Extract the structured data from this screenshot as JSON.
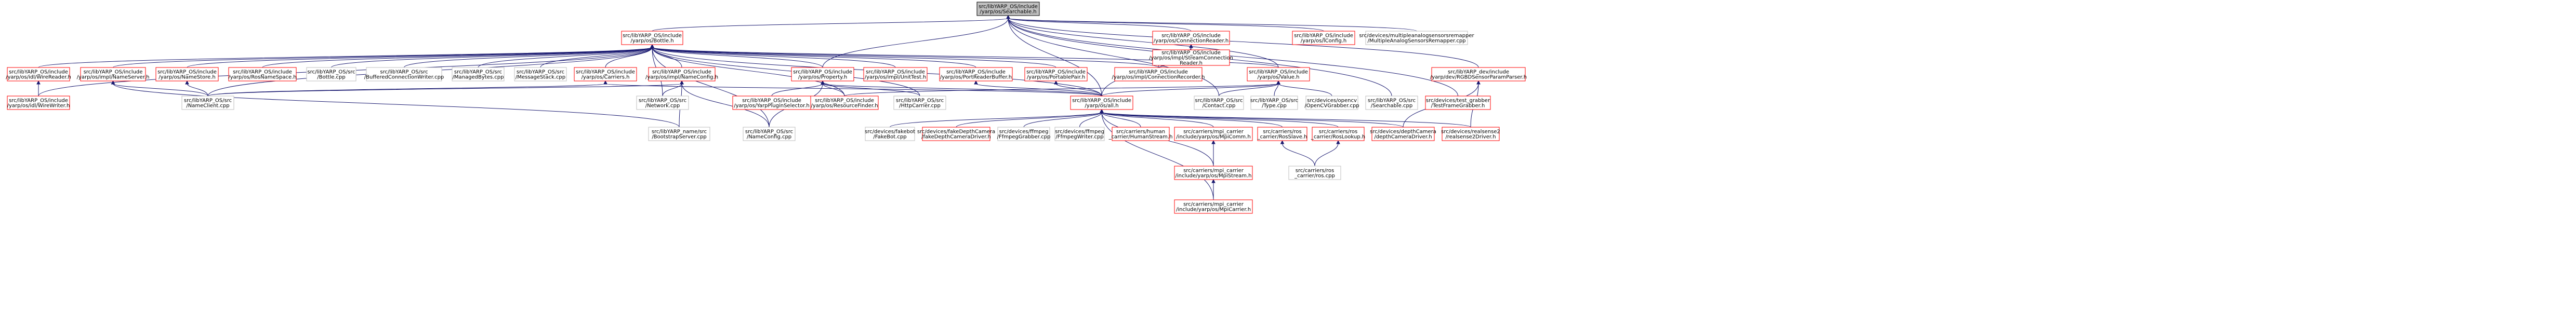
{
  "graph": {
    "root": "yarp_os_searchable_h",
    "nodes": [
      {
        "id": "yarp_os_searchable_h",
        "lines": [
          "src/libYARP_OS/include",
          "/yarp/os/Searchable.h"
        ],
        "kind": "root"
      },
      {
        "id": "yarp_os_bottle_h",
        "lines": [
          "src/libYARP_OS/include",
          "/yarp/os/Bottle.h"
        ],
        "kind": "red"
      },
      {
        "id": "yarp_os_connectionreader_h",
        "lines": [
          "src/libYARP_OS/include",
          "/yarp/os/ConnectionReader.h"
        ],
        "kind": "red"
      },
      {
        "id": "yarp_os_iconfig_h",
        "lines": [
          "src/libYARP_OS/include",
          "/yarp/os/IConfig.h"
        ],
        "kind": "red"
      },
      {
        "id": "multipleanalogsensorsremapper_cpp",
        "lines": [
          "src/devices/multipleanalogsensorsremapper",
          "/MultipleAnalogSensorsRemapper.cpp"
        ],
        "kind": "plain"
      },
      {
        "id": "yarp_os_idl_wirereader_h",
        "lines": [
          "src/libYARP_OS/include",
          "/yarp/os/idl/WireReader.h"
        ],
        "kind": "red"
      },
      {
        "id": "yarp_os_impl_nameserver_h",
        "lines": [
          "src/libYARP_OS/include",
          "/yarp/os/impl/NameServer.h"
        ],
        "kind": "red"
      },
      {
        "id": "yarp_os_namestore_h",
        "lines": [
          "src/libYARP_OS/include",
          "/yarp/os/NameStore.h"
        ],
        "kind": "red"
      },
      {
        "id": "yarp_os_rosnamespace_h",
        "lines": [
          "src/libYARP_OS/include",
          "/yarp/os/RosNameSpace.h"
        ],
        "kind": "red"
      },
      {
        "id": "bottle_cpp",
        "lines": [
          "src/libYARP_OS/src",
          "/Bottle.cpp"
        ],
        "kind": "plain"
      },
      {
        "id": "bufferedconnectionwriter_cpp",
        "lines": [
          "src/libYARP_OS/src",
          "/BufferedConnectionWriter.cpp"
        ],
        "kind": "plain"
      },
      {
        "id": "managedbytes_cpp",
        "lines": [
          "src/libYARP_OS/src",
          "/ManagedBytes.cpp"
        ],
        "kind": "plain"
      },
      {
        "id": "messagestack_cpp",
        "lines": [
          "src/libYARP_OS/src",
          "/MessageStack.cpp"
        ],
        "kind": "plain"
      },
      {
        "id": "yarp_os_carriers_h",
        "lines": [
          "src/libYARP_OS/include",
          "/yarp/os/Carriers.h"
        ],
        "kind": "red"
      },
      {
        "id": "yarp_os_impl_nameconfig_h",
        "lines": [
          "src/libYARP_OS/include",
          "/yarp/os/impl/NameConfig.h"
        ],
        "kind": "red"
      },
      {
        "id": "yarp_os_property_h",
        "lines": [
          "src/libYARP_OS/include",
          "/yarp/os/Property.h"
        ],
        "kind": "red"
      },
      {
        "id": "yarp_os_impl_unittest_h",
        "lines": [
          "src/libYARP_OS/include",
          "/yarp/os/impl/UnitTest.h"
        ],
        "kind": "red"
      },
      {
        "id": "yarp_os_portreaderbuffer_h",
        "lines": [
          "src/libYARP_OS/include",
          "/yarp/os/PortReaderBuffer.h"
        ],
        "kind": "red"
      },
      {
        "id": "yarp_os_portablepair_h",
        "lines": [
          "src/libYARP_OS/include",
          "/yarp/os/PortablePair.h"
        ],
        "kind": "red"
      },
      {
        "id": "yarp_os_impl_connectionrecorder_h",
        "lines": [
          "src/libYARP_OS/include",
          "/yarp/os/impl/ConnectionRecorder.h"
        ],
        "kind": "red"
      },
      {
        "id": "yarp_os_impl_streamconnectionreader_h",
        "lines": [
          "src/libYARP_OS/include",
          "/yarp/os/impl/StreamConnection",
          "Reader.h"
        ],
        "kind": "red"
      },
      {
        "id": "yarp_os_value_h",
        "lines": [
          "src/libYARP_OS/include",
          "/yarp/os/Value.h"
        ],
        "kind": "red"
      },
      {
        "id": "yarp_dev_rgbdsensorparamparser_h",
        "lines": [
          "src/libYARP_dev/include",
          "/yarp/dev/RGBDSensorParamParser.h"
        ],
        "kind": "red"
      },
      {
        "id": "yarp_os_idl_wirewriter_h",
        "lines": [
          "src/libYARP_OS/include",
          "/yarp/os/idl/WireWriter.h"
        ],
        "kind": "red"
      },
      {
        "id": "nameclient_cpp",
        "lines": [
          "src/libYARP_OS/src",
          "/NameClient.cpp"
        ],
        "kind": "plain"
      },
      {
        "id": "network_cpp",
        "lines": [
          "src/libYARP_OS/src",
          "/Network.cpp"
        ],
        "kind": "plain"
      },
      {
        "id": "yarp_os_yarpplugin_selector_h",
        "lines": [
          "src/libYARP_OS/include",
          "/yarp/os/YarpPluginSelector.h"
        ],
        "kind": "red"
      },
      {
        "id": "yarp_os_resourcefinder_h",
        "lines": [
          "src/libYARP_OS/include",
          "/yarp/os/ResourceFinder.h"
        ],
        "kind": "red"
      },
      {
        "id": "httpcarrier_cpp",
        "lines": [
          "src/libYARP_OS/src",
          "/HttpCarrier.cpp"
        ],
        "kind": "plain"
      },
      {
        "id": "yarp_os_all_h",
        "lines": [
          "src/libYARP_OS/include",
          "/yarp/os/all.h"
        ],
        "kind": "red"
      },
      {
        "id": "contact_cpp",
        "lines": [
          "src/libYARP_OS/src",
          "/Contact.cpp"
        ],
        "kind": "plain"
      },
      {
        "id": "type_cpp",
        "lines": [
          "src/libYARP_OS/src",
          "/Type.cpp"
        ],
        "kind": "plain"
      },
      {
        "id": "opencvgrabber_cpp",
        "lines": [
          "src/devices/opencv",
          "/OpenCVGrabber.cpp"
        ],
        "kind": "plain"
      },
      {
        "id": "searchable_cpp",
        "lines": [
          "src/libYARP_OS/src",
          "/Searchable.cpp"
        ],
        "kind": "plain"
      },
      {
        "id": "testframegrabber_h",
        "lines": [
          "src/devices/test_grabber",
          "/TestFrameGrabber.h"
        ],
        "kind": "red"
      },
      {
        "id": "bootstrapserver_cpp",
        "lines": [
          "src/libYARP_name/src",
          "/BootstrapServer.cpp"
        ],
        "kind": "plain"
      },
      {
        "id": "nameconfig_cpp",
        "lines": [
          "src/libYARP_OS/src",
          "/NameConfig.cpp"
        ],
        "kind": "plain"
      },
      {
        "id": "fakebot_h",
        "lines": [
          "src/devices/fakebot",
          "/FakeBot.cpp"
        ],
        "kind": "plain"
      },
      {
        "id": "fakedepthcameradriver_h",
        "lines": [
          "src/devices/fakeDepthCamera",
          "/fakeDepthCameraDriver.h"
        ],
        "kind": "red"
      },
      {
        "id": "ffmpeggrabber_cpp",
        "lines": [
          "src/devices/ffmpeg",
          "/FfmpegGrabber.cpp"
        ],
        "kind": "plain"
      },
      {
        "id": "ffmpegwriter_cpp",
        "lines": [
          "src/devices/ffmpeg",
          "/FfmpegWriter.cpp"
        ],
        "kind": "plain"
      },
      {
        "id": "humanstream_h",
        "lines": [
          "src/carriers/human",
          "_carrier/HumanStream.h"
        ],
        "kind": "red"
      },
      {
        "id": "mpicomm_h",
        "lines": [
          "src/carriers/mpi_carrier",
          "/include/yarp/os/MpiComm.h"
        ],
        "kind": "red"
      },
      {
        "id": "rosslave_h",
        "lines": [
          "src/carriers/ros",
          "_carrier/RosSlave.h"
        ],
        "kind": "red"
      },
      {
        "id": "roslookup_h",
        "lines": [
          "src/carriers/ros",
          "_carrier/RosLookup.h"
        ],
        "kind": "red"
      },
      {
        "id": "depthcameradriver_h",
        "lines": [
          "src/devices/depthCamera",
          "/depthCameraDriver.h"
        ],
        "kind": "red"
      },
      {
        "id": "realsense2driver_h",
        "lines": [
          "src/devices/realsense2",
          "/realsense2Driver.h"
        ],
        "kind": "red"
      },
      {
        "id": "mpistream_h",
        "lines": [
          "src/carriers/mpi_carrier",
          "/include/yarp/os/MpiStream.h"
        ],
        "kind": "red"
      },
      {
        "id": "roscarrier_cpp",
        "lines": [
          "src/carriers/ros",
          "_carrier/ros.cpp"
        ],
        "kind": "plain"
      },
      {
        "id": "mpicarrier_h",
        "lines": [
          "src/carriers/mpi_carrier",
          "/include/yarp/os/MpiCarrier.h"
        ],
        "kind": "red"
      }
    ],
    "edges": [
      [
        "yarp_os_bottle_h",
        "yarp_os_searchable_h"
      ],
      [
        "yarp_os_connectionreader_h",
        "yarp_os_searchable_h"
      ],
      [
        "yarp_os_iconfig_h",
        "yarp_os_searchable_h"
      ],
      [
        "multipleanalogsensorsremapper_cpp",
        "yarp_os_searchable_h"
      ],
      [
        "yarp_os_value_h",
        "yarp_os_searchable_h"
      ],
      [
        "yarp_os_property_h",
        "yarp_os_searchable_h"
      ],
      [
        "yarp_os_all_h",
        "yarp_os_searchable_h"
      ],
      [
        "searchable_cpp",
        "yarp_os_searchable_h"
      ],
      [
        "yarp_dev_rgbdsensorparamparser_h",
        "yarp_os_searchable_h"
      ],
      [
        "testframegrabber_h",
        "yarp_os_searchable_h"
      ],
      [
        "contact_cpp",
        "yarp_os_searchable_h"
      ],
      [
        "yarp_os_idl_wirereader_h",
        "yarp_os_bottle_h"
      ],
      [
        "yarp_os_impl_nameserver_h",
        "yarp_os_bottle_h"
      ],
      [
        "yarp_os_namestore_h",
        "yarp_os_bottle_h"
      ],
      [
        "yarp_os_rosnamespace_h",
        "yarp_os_bottle_h"
      ],
      [
        "bottle_cpp",
        "yarp_os_bottle_h"
      ],
      [
        "bufferedconnectionwriter_cpp",
        "yarp_os_bottle_h"
      ],
      [
        "managedbytes_cpp",
        "yarp_os_bottle_h"
      ],
      [
        "messagestack_cpp",
        "yarp_os_bottle_h"
      ],
      [
        "yarp_os_carriers_h",
        "yarp_os_bottle_h"
      ],
      [
        "yarp_os_impl_nameconfig_h",
        "yarp_os_bottle_h"
      ],
      [
        "yarp_os_property_h",
        "yarp_os_bottle_h"
      ],
      [
        "yarp_os_impl_unittest_h",
        "yarp_os_bottle_h"
      ],
      [
        "yarp_os_portreaderbuffer_h",
        "yarp_os_bottle_h"
      ],
      [
        "yarp_os_portablepair_h",
        "yarp_os_bottle_h"
      ],
      [
        "yarp_os_impl_connectionrecorder_h",
        "yarp_os_bottle_h"
      ],
      [
        "yarp_os_value_h",
        "yarp_os_bottle_h"
      ],
      [
        "yarp_os_idl_wirewriter_h",
        "yarp_os_bottle_h"
      ],
      [
        "nameclient_cpp",
        "yarp_os_bottle_h"
      ],
      [
        "network_cpp",
        "yarp_os_bottle_h"
      ],
      [
        "yarp_os_resourcefinder_h",
        "yarp_os_bottle_h"
      ],
      [
        "httpcarrier_cpp",
        "yarp_os_bottle_h"
      ],
      [
        "nameconfig_cpp",
        "yarp_os_bottle_h"
      ],
      [
        "yarp_os_all_h",
        "yarp_os_bottle_h"
      ],
      [
        "yarp_os_impl_connectionrecorder_h",
        "yarp_os_connectionreader_h"
      ],
      [
        "yarp_os_impl_streamconnectionreader_h",
        "yarp_os_connectionreader_h"
      ],
      [
        "yarp_os_all_h",
        "yarp_os_connectionreader_h"
      ],
      [
        "yarp_os_idl_wirewriter_h",
        "yarp_os_idl_wirereader_h"
      ],
      [
        "nameclient_cpp",
        "yarp_os_impl_nameserver_h"
      ],
      [
        "bootstrapserver_cpp",
        "yarp_os_impl_nameserver_h"
      ],
      [
        "nameclient_cpp",
        "yarp_os_namestore_h"
      ],
      [
        "nameclient_cpp",
        "yarp_os_carriers_h"
      ],
      [
        "yarp_os_all_h",
        "yarp_os_carriers_h"
      ],
      [
        "nameclient_cpp",
        "yarp_os_impl_nameconfig_h"
      ],
      [
        "network_cpp",
        "yarp_os_impl_nameconfig_h"
      ],
      [
        "bootstrapserver_cpp",
        "yarp_os_impl_nameconfig_h"
      ],
      [
        "nameconfig_cpp",
        "yarp_os_impl_nameconfig_h"
      ],
      [
        "yarp_os_yarpplugin_selector_h",
        "yarp_os_property_h"
      ],
      [
        "yarp_os_resourcefinder_h",
        "yarp_os_property_h"
      ],
      [
        "httpcarrier_cpp",
        "yarp_os_property_h"
      ],
      [
        "yarp_os_all_h",
        "yarp_os_property_h"
      ],
      [
        "nameconfig_cpp",
        "yarp_os_property_h"
      ],
      [
        "yarp_os_all_h",
        "yarp_os_portreaderbuffer_h"
      ],
      [
        "yarp_os_all_h",
        "yarp_os_portablepair_h"
      ],
      [
        "yarp_os_all_h",
        "yarp_os_value_h"
      ],
      [
        "contact_cpp",
        "yarp_os_value_h"
      ],
      [
        "type_cpp",
        "yarp_os_value_h"
      ],
      [
        "opencvgrabber_cpp",
        "yarp_os_value_h"
      ],
      [
        "yarp_os_resourcefinder_h",
        "yarp_os_value_h"
      ],
      [
        "depthcameradriver_h",
        "yarp_dev_rgbdsensorparamparser_h"
      ],
      [
        "realsense2driver_h",
        "yarp_dev_rgbdsensorparamparser_h"
      ],
      [
        "fakebot_h",
        "yarp_os_all_h"
      ],
      [
        "fakedepthcameradriver_h",
        "yarp_os_all_h"
      ],
      [
        "ffmpeggrabber_cpp",
        "yarp_os_all_h"
      ],
      [
        "ffmpegwriter_cpp",
        "yarp_os_all_h"
      ],
      [
        "humanstream_h",
        "yarp_os_all_h"
      ],
      [
        "mpicomm_h",
        "yarp_os_all_h"
      ],
      [
        "rosslave_h",
        "yarp_os_all_h"
      ],
      [
        "roslookup_h",
        "yarp_os_all_h"
      ],
      [
        "depthcameradriver_h",
        "yarp_os_all_h"
      ],
      [
        "realsense2driver_h",
        "yarp_os_all_h"
      ],
      [
        "mpistream_h",
        "yarp_os_all_h"
      ],
      [
        "mpicarrier_h",
        "yarp_os_all_h"
      ],
      [
        "mpistream_h",
        "mpicomm_h"
      ],
      [
        "mpicarrier_h",
        "mpistream_h"
      ],
      [
        "roscarrier_cpp",
        "rosslave_h"
      ],
      [
        "roscarrier_cpp",
        "roslookup_h"
      ]
    ]
  }
}
